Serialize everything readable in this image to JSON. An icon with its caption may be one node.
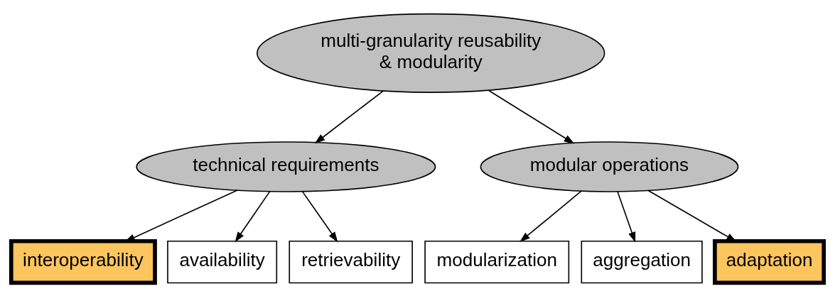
{
  "diagram": {
    "nodes": [
      {
        "text": [
          "multi-granularity reusability & modularity"
        ]
      },
      {
        "text": [
          "technical requirements"
        ]
      },
      {
        "text": [
          "modular operations"
        ]
      },
      {
        "text": [
          "interoperability"
        ]
      },
      {
        "text": [
          "availability"
        ]
      },
      {
        "text": [
          "retrievability"
        ]
      },
      {
        "text": [
          "modularization"
        ]
      },
      {
        "text": [
          "aggregation"
        ]
      },
      {
        "text": [
          "adaptation"
        ]
      }
    ],
    "edges": [
      {
        "from": 0,
        "to": 1,
        "arrow": "to"
      },
      {
        "from": 0,
        "to": 2,
        "arrow": "to"
      },
      {
        "from": 1,
        "to": 3,
        "arrow": "to"
      },
      {
        "from": 1,
        "to": 4,
        "arrow": "to"
      },
      {
        "from": 1,
        "to": 5,
        "arrow": "to"
      },
      {
        "from": 2,
        "to": 6,
        "arrow": "to"
      },
      {
        "from": 2,
        "to": 7,
        "arrow": "to"
      },
      {
        "from": 2,
        "to": 8,
        "arrow": "to"
      }
    ]
  }
}
